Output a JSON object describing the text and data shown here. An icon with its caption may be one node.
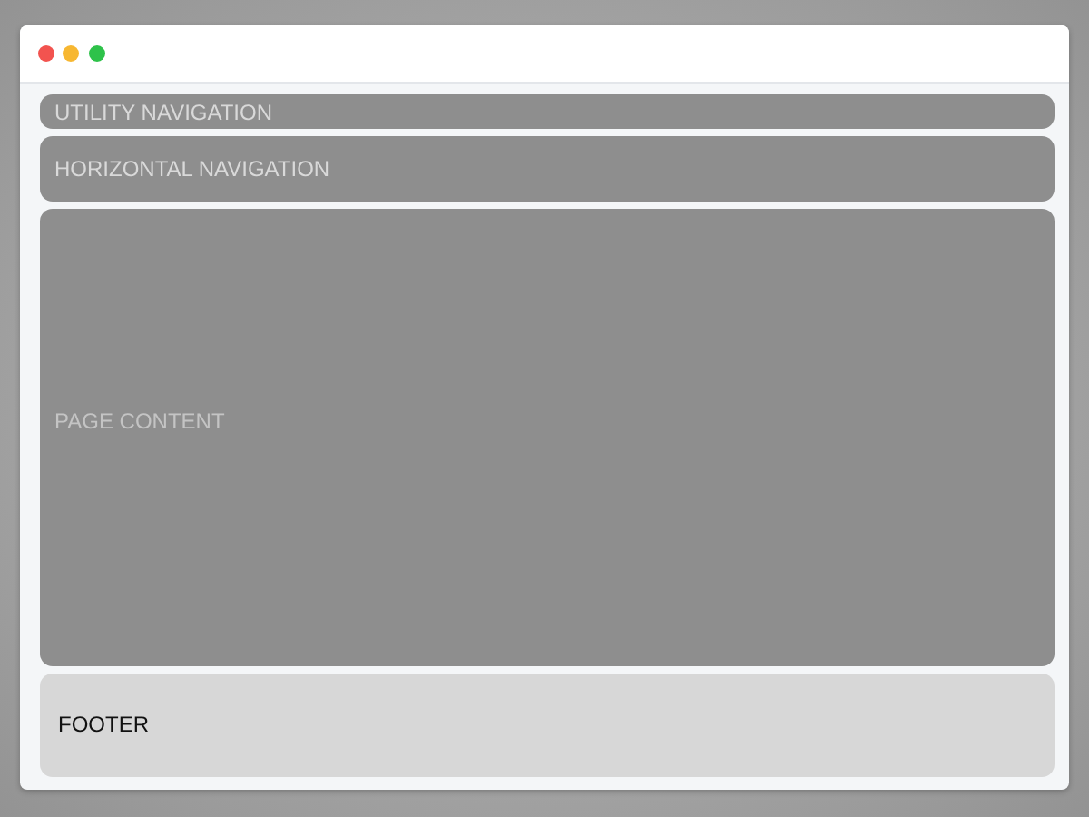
{
  "diagram": {
    "nodes": [
      {
        "text": [
          "UTILITY NAVIGATION"
        ]
      },
      {
        "text": [
          "HORIZONTAL NAVIGATION"
        ]
      },
      {
        "text": [
          "PAGE CONTENT"
        ]
      },
      {
        "text": [
          "FOOTER"
        ]
      }
    ],
    "edges": []
  }
}
